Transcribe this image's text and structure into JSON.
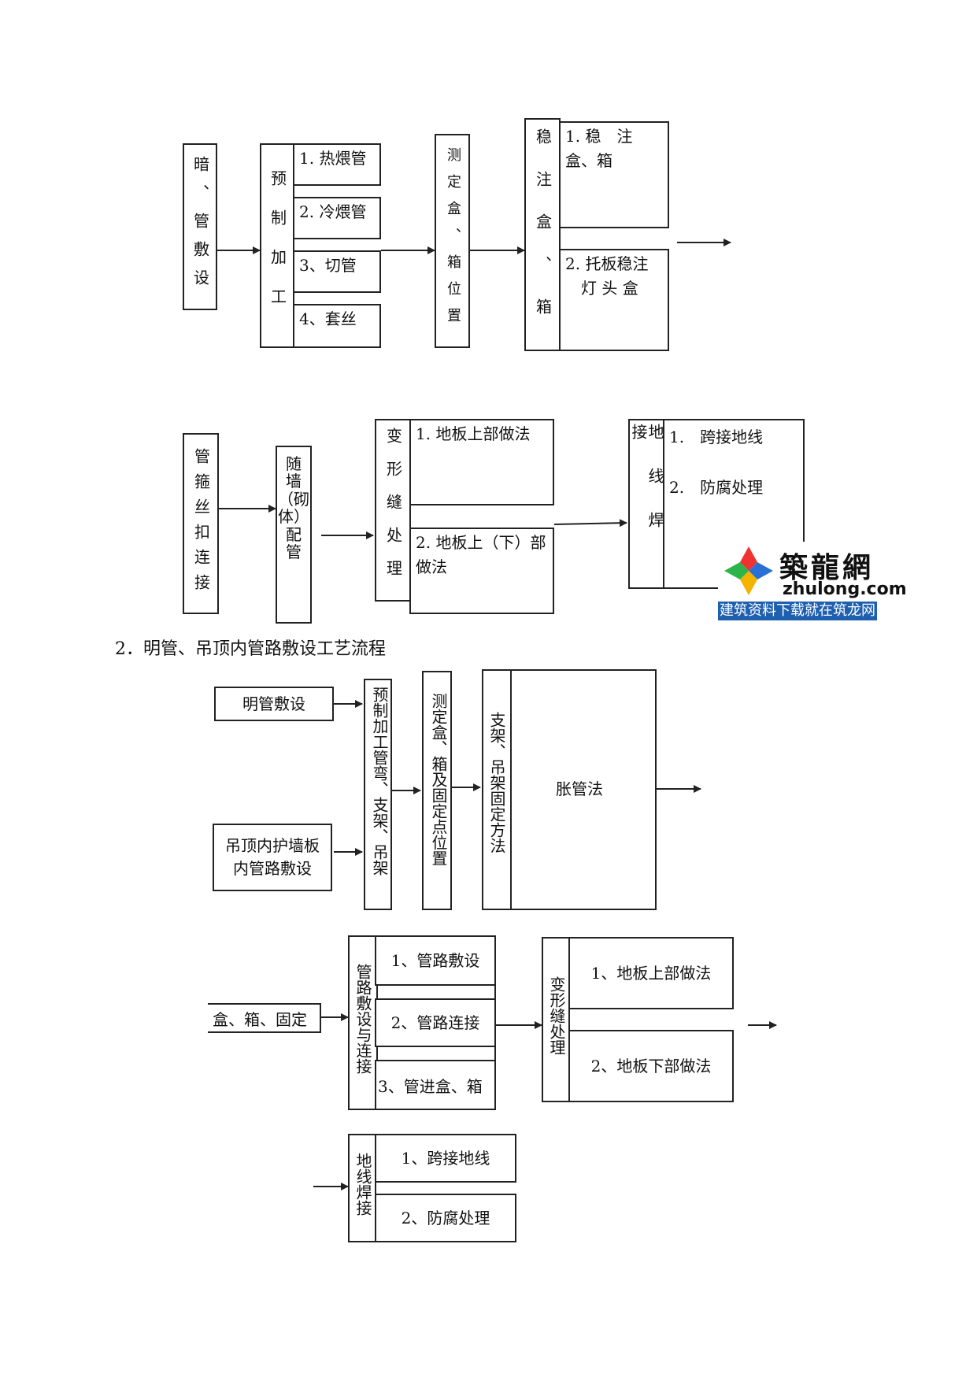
{
  "flow1": {
    "start": "暗、管敷设",
    "prefab": "预制加工",
    "prefab_items": [
      "1. 热煨管",
      "2. 冷煨管",
      "3、切管",
      "4、套丝"
    ],
    "measure": "测定盒、箱位置",
    "steady": "稳注盒、箱",
    "steady_items": [
      "1. 稳　注\n盒、箱",
      "2. 托板稳注\n　灯 头 盒"
    ]
  },
  "flow2": {
    "pipe_hoop": "管箍丝扣连接",
    "wall": [
      "随",
      "墙",
      "（砌",
      "体）",
      "配",
      "管"
    ],
    "deform": "变形缝处理",
    "deform_items": [
      "1. 地板上部做法",
      "2. 地板上（下）部\n做法"
    ],
    "ground": "地线焊接",
    "ground_items": [
      "1.　跨接地线",
      "2.　防腐处理"
    ]
  },
  "logo": {
    "name_cn": "築龍網",
    "domain": "zhulong.com",
    "slogan": "建筑资料下载就在筑龙网"
  },
  "heading": "2．明管、吊顶内管路敷设工艺流程",
  "flow3": {
    "exposed": "明管敷设",
    "ceiling": "吊顶内护墙板\n内管路敷设",
    "prefab": "预制加工管弯、支架、吊架",
    "measure": "测定盒、箱及固定点位置",
    "support": "支架、吊架固定方法",
    "expand": "胀管法"
  },
  "flow4": {
    "box_fix": "盒、箱、固定",
    "laying": "管路敷设与连接",
    "laying_items": [
      "1、管路敷设",
      "2、管路连接",
      "3、管进盒、箱"
    ],
    "deform": "变形缝处理",
    "deform_items": [
      "1、地板上部做法",
      "2、地板下部做法"
    ]
  },
  "flow5": {
    "ground": "地线焊接",
    "items": [
      "1、跨接地线",
      "2、防腐处理"
    ]
  },
  "colors": {
    "line": "#222222",
    "logo_blue": "#1f5fb0"
  }
}
